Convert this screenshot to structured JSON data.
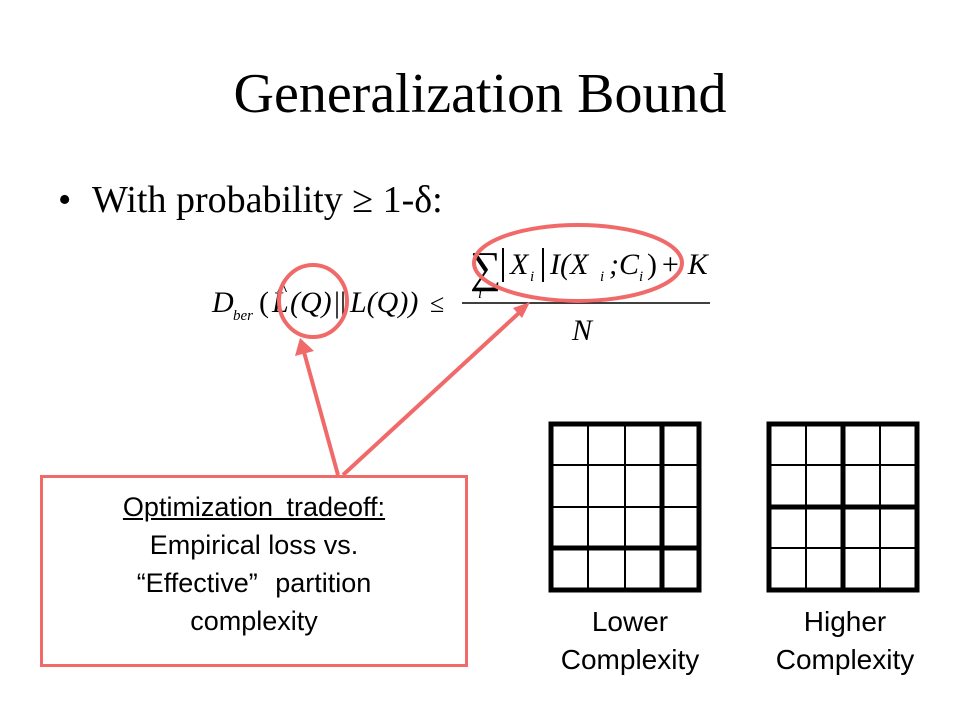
{
  "slide": {
    "title": "Generalization Bound",
    "bullet": "With probability ≥ 1-δ:"
  },
  "formula": {
    "lhs_D": "D",
    "lhs_sub": "ber",
    "lhs_open": "(",
    "lhs_Lhat": "L",
    "lhs_hat": "^",
    "lhs_Q1": "(Q)",
    "lhs_bars": "||",
    "lhs_L": "L(Q))",
    "leq": "≤",
    "sum": "∑",
    "sum_index": "i",
    "num_X1": "X",
    "num_i1": "i",
    "num_I": "I(X",
    "num_i2": "i",
    "num_semi": ";C",
    "num_i3": "i",
    "num_close": ")",
    "num_plusK": "+ K",
    "den": "N"
  },
  "callout": {
    "line1": "Optimization tradeoff:",
    "line2": "Empirical loss vs.",
    "line3": "“Effective” partition",
    "line4": "complexity"
  },
  "grids": {
    "lower_label_line1": "Lower",
    "lower_label_line2": "Complexity",
    "higher_label_line1": "Higher",
    "higher_label_line2": "Complexity"
  },
  "colors": {
    "highlight": "#f06a6a",
    "text": "#000000"
  }
}
